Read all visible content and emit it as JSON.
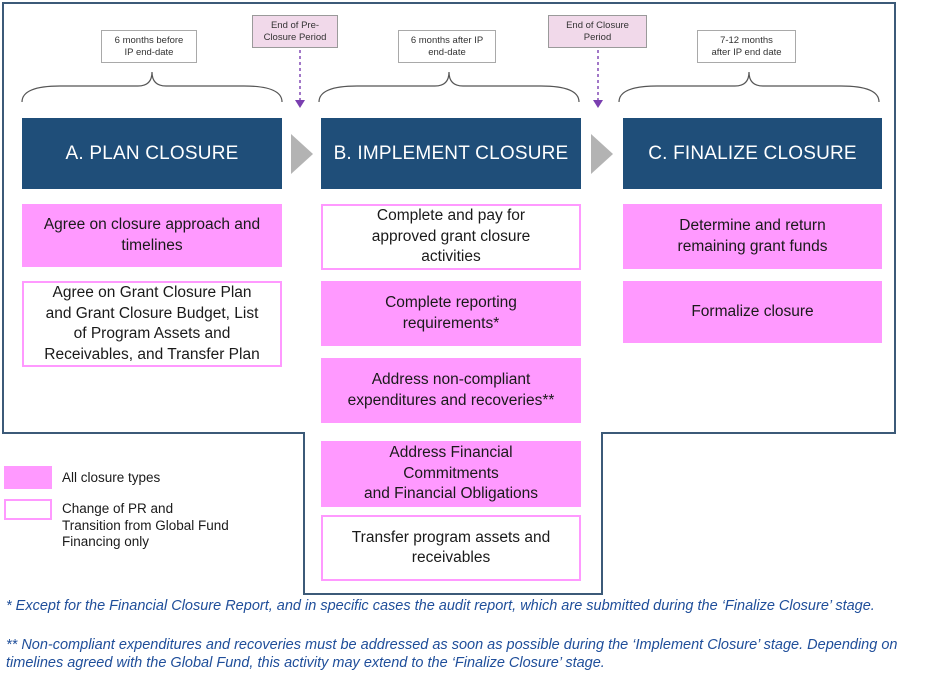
{
  "timing_labels": {
    "plan": "6 months before\nIP end-date",
    "implement": "6 months after IP\nend-date",
    "finalize": "7-12  months\nafter IP end date"
  },
  "milestones": {
    "pre_closure": "End of Pre-\nClosure Period",
    "closure": "End of Closure\nPeriod"
  },
  "phases": {
    "plan": {
      "title": "A. PLAN CLOSURE",
      "steps": [
        {
          "text": "Agree on closure approach and\ntimelines",
          "type": "all"
        },
        {
          "text": "Agree on Grant Closure Plan\nand Grant Closure Budget, List\nof Program Assets and\nReceivables, and Transfer Plan",
          "type": "change-of-pr"
        }
      ]
    },
    "implement": {
      "title": "B. IMPLEMENT CLOSURE",
      "steps": [
        {
          "text": "Complete and pay for\napproved grant closure\nactivities",
          "type": "change-of-pr"
        },
        {
          "text": "Complete reporting\nrequirements*",
          "type": "all"
        },
        {
          "text": "Address non-compliant\nexpenditures and recoveries**",
          "type": "all"
        },
        {
          "text": "Address Financial\nCommitments\nand Financial Obligations",
          "type": "all"
        },
        {
          "text": "Transfer program assets and\nreceivables",
          "type": "change-of-pr"
        }
      ]
    },
    "finalize": {
      "title": "C. FINALIZE CLOSURE",
      "steps": [
        {
          "text": "Determine and return\nremaining grant funds",
          "type": "all"
        },
        {
          "text": "Formalize closure",
          "type": "all"
        }
      ]
    }
  },
  "legend": {
    "all": "All closure types",
    "change_of_pr": "Change of PR and\nTransition from Global Fund\nFinancing only"
  },
  "footnotes": {
    "one": "* Except for the Financial Closure Report, and in specific cases the audit report, which are submitted during the ‘Finalize Closure’ stage.",
    "two": "** Non-compliant expenditures and recoveries must be addressed as soon as possible during the ‘Implement Closure’ stage. Depending on timelines agreed with the Global Fund, this activity may extend to the ‘Finalize Closure’ stage."
  },
  "colors": {
    "header": "#1f4e79",
    "all_closure_fill": "#ff99ff",
    "milestone_fill": "#f1d9ea",
    "footnote_text": "#1f4e9a",
    "frame": "#3c5a78",
    "chevron": "#b3b3b3"
  }
}
